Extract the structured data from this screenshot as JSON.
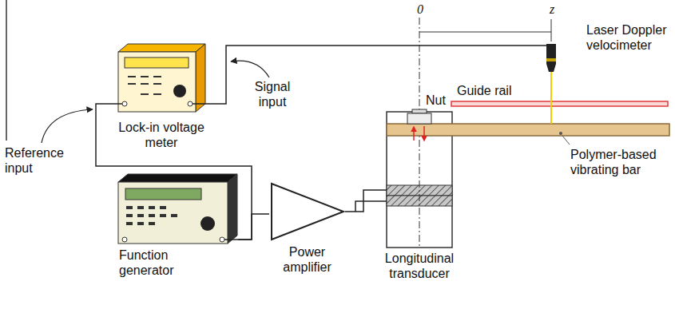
{
  "diagram": {
    "nodes": [
      {
        "text": [
          "Lock-in voltage meter"
        ]
      },
      {
        "text": [
          "Function generator"
        ]
      },
      {
        "text": [
          "Power amplifier"
        ]
      },
      {
        "text": [
          "Longitudinal transducer"
        ]
      },
      {
        "text": [
          "Laser Doppler velocimeter"
        ]
      }
    ],
    "edges": [
      {
        "from": 1,
        "to": 2,
        "arrow": "none"
      },
      {
        "from": 2,
        "to": 3,
        "arrow": "none"
      },
      {
        "from": 1,
        "to": 0,
        "arrow": "none"
      },
      {
        "from": 4,
        "to": 0,
        "arrow": "none"
      }
    ],
    "labels": [
      "0",
      "z",
      "Signal input",
      "Nut",
      "Guide rail",
      "Reference input",
      "Polymer-based vibrating bar"
    ]
  }
}
